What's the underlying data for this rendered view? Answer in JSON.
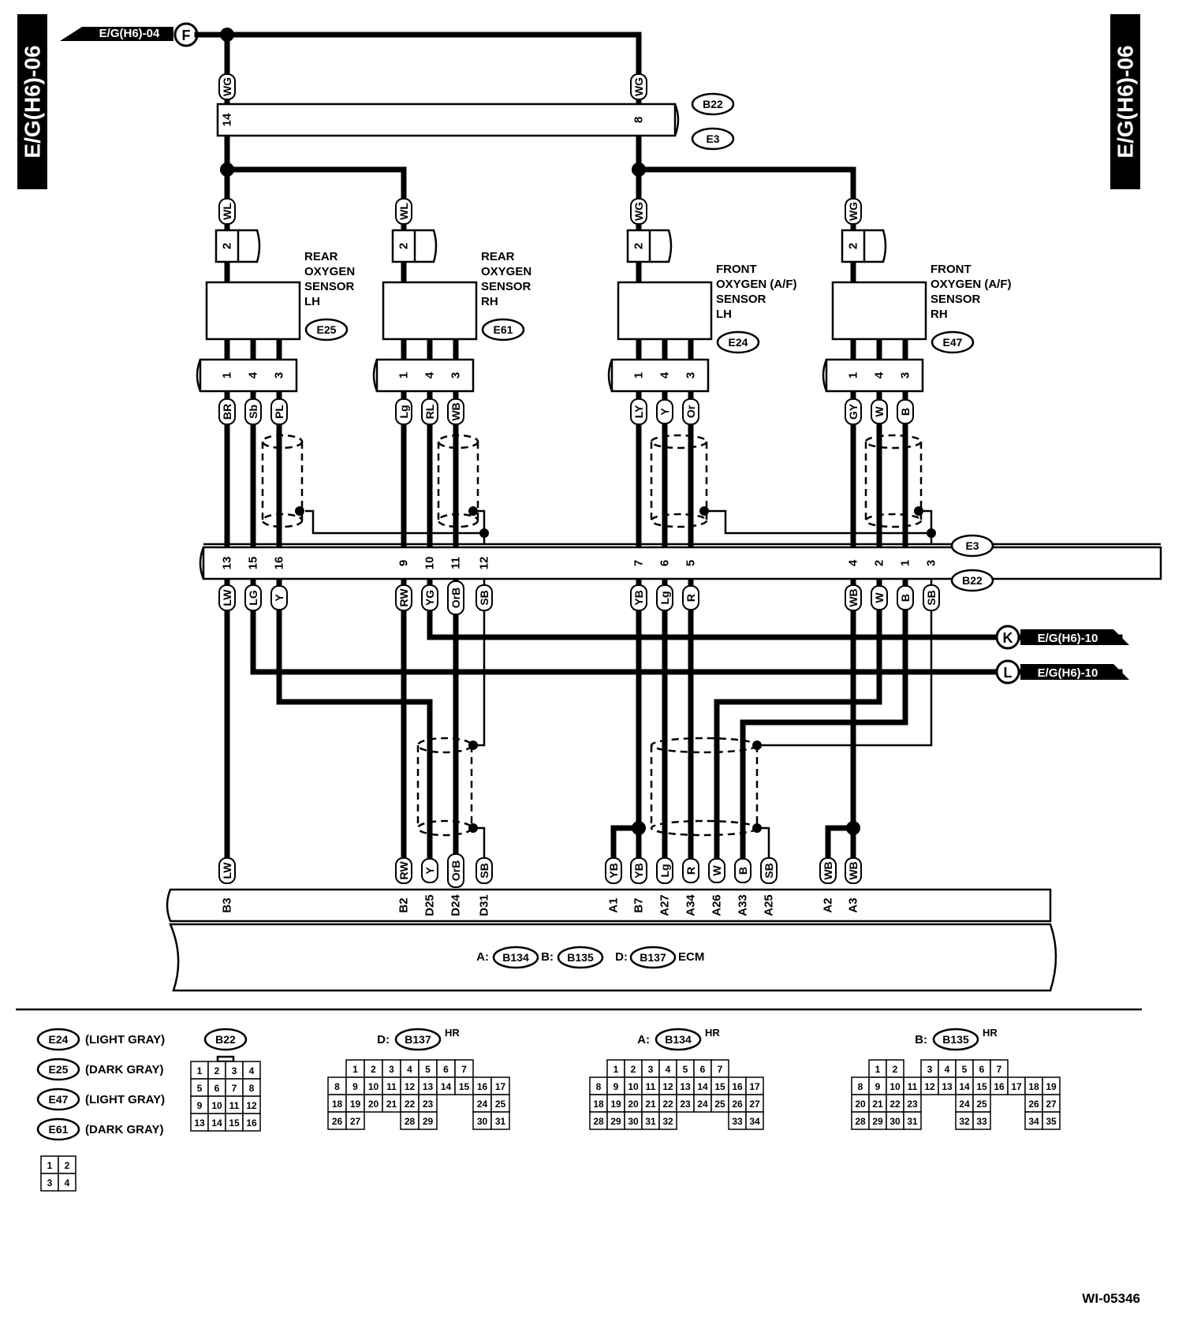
{
  "side_labels": {
    "left": "E/G(H6)-06",
    "right": "E/G(H6)-06"
  },
  "top_ref": {
    "text": "E/G(H6)-04",
    "letter": "F"
  },
  "upper_connector": {
    "ids": [
      "B22",
      "E3"
    ],
    "pins": [
      "14",
      "8"
    ],
    "wires": [
      "WG",
      "WG"
    ]
  },
  "sensors": [
    {
      "name_lines": [
        "REAR",
        "OXYGEN",
        "SENSOR",
        "LH"
      ],
      "id": "E25",
      "top_pin": "2",
      "top_wire": "WL",
      "pins": [
        "1",
        "4",
        "3"
      ],
      "wires": [
        "BR",
        "Sb",
        "PL"
      ]
    },
    {
      "name_lines": [
        "REAR",
        "OXYGEN",
        "SENSOR",
        "RH"
      ],
      "id": "E61",
      "top_pin": "2",
      "top_wire": "WL",
      "pins": [
        "1",
        "4",
        "3"
      ],
      "wires": [
        "Lg",
        "RL",
        "WB"
      ]
    },
    {
      "name_lines": [
        "FRONT",
        "OXYGEN (A/F)",
        "SENSOR",
        "LH"
      ],
      "id": "E24",
      "top_pin": "2",
      "top_wire": "WG",
      "pins": [
        "1",
        "4",
        "3"
      ],
      "wires": [
        "LY",
        "Y",
        "Or"
      ]
    },
    {
      "name_lines": [
        "FRONT",
        "OXYGEN (A/F)",
        "SENSOR",
        "RH"
      ],
      "id": "E47",
      "top_pin": "2",
      "top_wire": "WG",
      "pins": [
        "1",
        "4",
        "3"
      ],
      "wires": [
        "GY",
        "W",
        "B"
      ]
    }
  ],
  "mid_connector": {
    "ids": [
      "E3",
      "B22"
    ],
    "pins": [
      "13",
      "15",
      "16",
      "9",
      "10",
      "11",
      "12",
      "7",
      "6",
      "5",
      "4",
      "2",
      "1",
      "3"
    ],
    "wires": [
      "LW",
      "LG",
      "Y",
      "RW",
      "YG",
      "OrB",
      "SB",
      "YB",
      "Lg",
      "R",
      "WB",
      "W",
      "B",
      "SB"
    ]
  },
  "right_refs": [
    {
      "letter": "K",
      "text": "E/G(H6)-10"
    },
    {
      "letter": "L",
      "text": "E/G(H6)-10"
    }
  ],
  "ecm": {
    "wires": [
      "LW",
      "RW",
      "Y",
      "OrB",
      "SB",
      "YB",
      "YB",
      "Lg",
      "R",
      "W",
      "B",
      "SB",
      "WB",
      "WB"
    ],
    "pins": [
      "B3",
      "B2",
      "D25",
      "D24",
      "D31",
      "A1",
      "B7",
      "A27",
      "A34",
      "A26",
      "A33",
      "A25",
      "A2",
      "A3"
    ],
    "label": {
      "a": "A:",
      "a_id": "B134",
      "b": "B:",
      "b_id": "B135",
      "d": "D:",
      "d_id": "B137",
      "name": "ECM"
    }
  },
  "legend": {
    "colors": [
      {
        "id": "E24",
        "text": "(LIGHT GRAY)"
      },
      {
        "id": "E25",
        "text": "(DARK GRAY)"
      },
      {
        "id": "E47",
        "text": "(LIGHT GRAY)"
      },
      {
        "id": "E61",
        "text": "(DARK GRAY)"
      }
    ],
    "b22": {
      "id": "B22",
      "rows": [
        [
          "1",
          "2",
          "3",
          "4"
        ],
        [
          "5",
          "6",
          "7",
          "8"
        ],
        [
          "9",
          "10",
          "11",
          "12"
        ],
        [
          "13",
          "14",
          "15",
          "16"
        ]
      ]
    },
    "small": {
      "rows": [
        [
          "1",
          "2"
        ],
        [
          "3",
          "4"
        ]
      ]
    },
    "d137": {
      "prefix": "D:",
      "id": "B137",
      "suffix": "HR",
      "rows": [
        [
          "",
          "1",
          "2",
          "3",
          "4",
          "5",
          "6",
          "7"
        ],
        [
          "8",
          "9",
          "10",
          "11",
          "12",
          "13",
          "14",
          "15",
          "16",
          "17"
        ],
        [
          "18",
          "19",
          "20",
          "21",
          "22",
          "23",
          "",
          "",
          "24",
          "25"
        ],
        [
          "26",
          "27",
          "",
          "",
          "28",
          "29",
          "",
          "",
          "30",
          "31"
        ]
      ]
    },
    "a134": {
      "prefix": "A:",
      "id": "B134",
      "suffix": "HR",
      "rows": [
        [
          "",
          "1",
          "2",
          "3",
          "4",
          "5",
          "6",
          "7"
        ],
        [
          "8",
          "9",
          "10",
          "11",
          "12",
          "13",
          "14",
          "15",
          "16",
          "17"
        ],
        [
          "18",
          "19",
          "20",
          "21",
          "22",
          "23",
          "24",
          "25",
          "26",
          "27"
        ],
        [
          "28",
          "29",
          "30",
          "31",
          "32",
          "",
          "",
          "",
          "33",
          "34"
        ]
      ]
    },
    "b135": {
      "prefix": "B:",
      "id": "B135",
      "suffix": "HR",
      "rows": [
        [
          "",
          "1",
          "2",
          "",
          "3",
          "4",
          "5",
          "6",
          "7"
        ],
        [
          "8",
          "9",
          "10",
          "11",
          "12",
          "13",
          "14",
          "15",
          "16",
          "17",
          "18",
          "19"
        ],
        [
          "20",
          "21",
          "22",
          "23",
          "",
          "",
          "24",
          "25",
          "",
          "",
          "26",
          "27"
        ],
        [
          "28",
          "29",
          "30",
          "31",
          "",
          "",
          "32",
          "33",
          "",
          "",
          "34",
          "35"
        ]
      ]
    }
  },
  "figure_id": "WI-05346"
}
